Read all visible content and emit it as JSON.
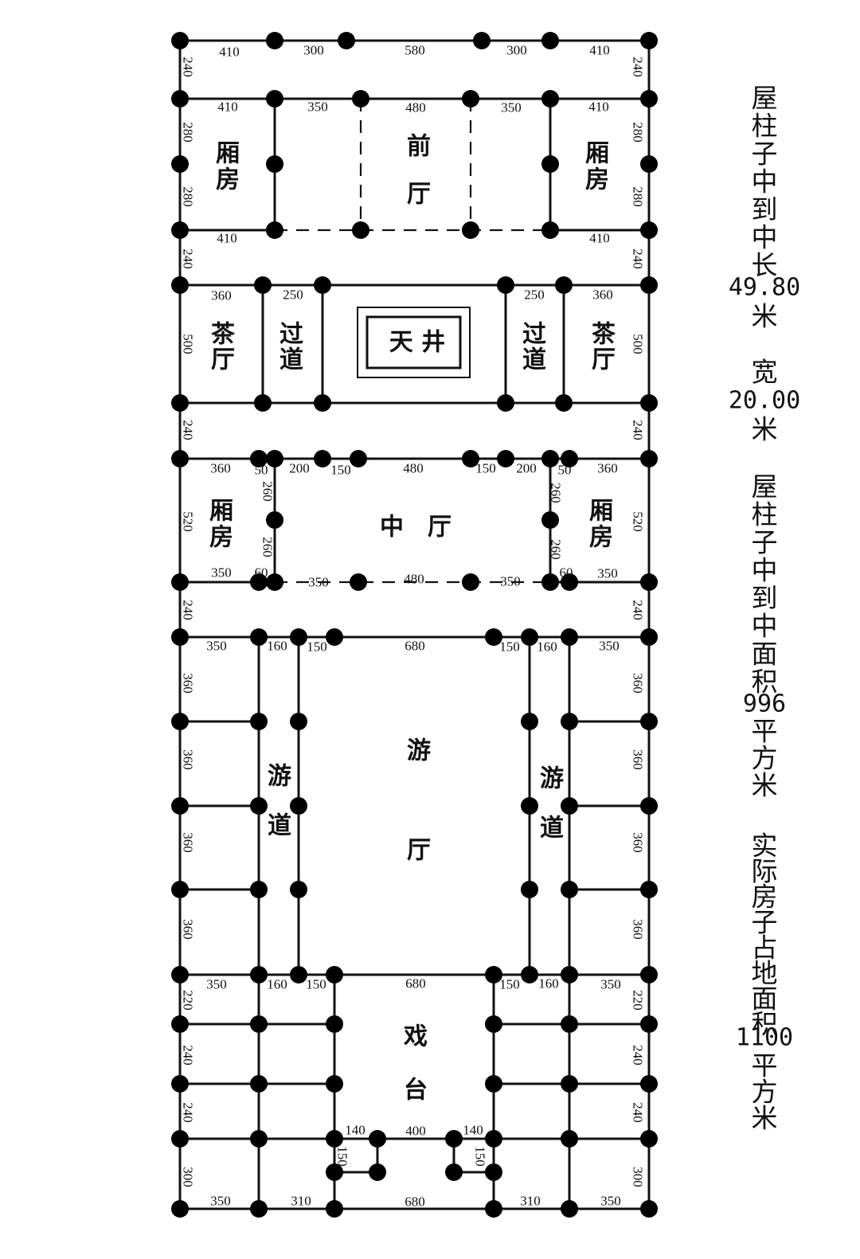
{
  "rooms": {
    "front_hall": [
      "前",
      "厅"
    ],
    "wing_top_left": [
      "厢",
      "房"
    ],
    "wing_top_right": [
      "厢",
      "房"
    ],
    "tea_left": [
      "茶",
      "厅"
    ],
    "tea_right": [
      "茶",
      "厅"
    ],
    "passage_left": [
      "过",
      "道"
    ],
    "passage_right": [
      "过",
      "道"
    ],
    "courtyard": "天 井",
    "middle_hall": "中　厅",
    "wing_mid_left": [
      "厢",
      "房"
    ],
    "wing_mid_right": [
      "厢",
      "房"
    ],
    "tour_hall": [
      "游",
      "厅"
    ],
    "walkway_left": [
      "游",
      "道"
    ],
    "walkway_right": [
      "游",
      "道"
    ],
    "stage": [
      "戏",
      "台"
    ]
  },
  "dims_top": [
    "410",
    "300",
    "580",
    "300",
    "410"
  ],
  "dims_row2": [
    "410",
    "350",
    "480",
    "350",
    "410"
  ],
  "dims_row3": [
    "410",
    "410"
  ],
  "dims_tea": [
    "360",
    "250",
    "250",
    "360"
  ],
  "dims_row_mid_top": [
    "360",
    "50",
    "200",
    "150",
    "480",
    "150",
    "200",
    "50",
    "360"
  ],
  "dims_row_mid_bottom": [
    "350",
    "60",
    "350",
    "480",
    "350",
    "60",
    "350"
  ],
  "dims_row_tour_top": [
    "350",
    "160",
    "150",
    "680",
    "150",
    "160",
    "350"
  ],
  "dims_row_tour_bottom": [
    "350",
    "160",
    "150",
    "680",
    "150",
    "160",
    "350"
  ],
  "dims_row_stage": [
    "140",
    "400",
    "140"
  ],
  "dims_row_bottom": [
    "350",
    "310",
    "680",
    "310",
    "350"
  ],
  "dims_vertical_left": [
    "240",
    "280",
    "280",
    "240",
    "500",
    "240",
    "520",
    "240",
    "360",
    "360",
    "360",
    "360",
    "220",
    "240",
    "240",
    "300"
  ],
  "dims_vertical_right": [
    "240",
    "280",
    "280",
    "240",
    "500",
    "240",
    "520",
    "240",
    "360",
    "360",
    "360",
    "360",
    "220",
    "240",
    "240",
    "300"
  ],
  "dims_inner_vertical": [
    "260",
    "260",
    "260",
    "260",
    "150",
    "150"
  ],
  "side_text": {
    "line1_chars": [
      "屋",
      "柱",
      "子",
      "中",
      "到",
      "中",
      "长"
    ],
    "length_value": "49.80",
    "length_unit": "米",
    "width_label": "宽",
    "width_value": "20.00",
    "width_unit": "米",
    "line2_chars": [
      "屋",
      "柱",
      "子",
      "中",
      "到",
      "中",
      "面",
      "积"
    ],
    "area_value": "996",
    "area_unit_chars": [
      "平",
      "方",
      "米"
    ],
    "line3_chars": [
      "实",
      "际",
      "房",
      "子",
      "占",
      "地",
      "面",
      "积"
    ],
    "actual_value": "1100",
    "actual_unit_chars": [
      "平",
      "方",
      "米"
    ]
  }
}
